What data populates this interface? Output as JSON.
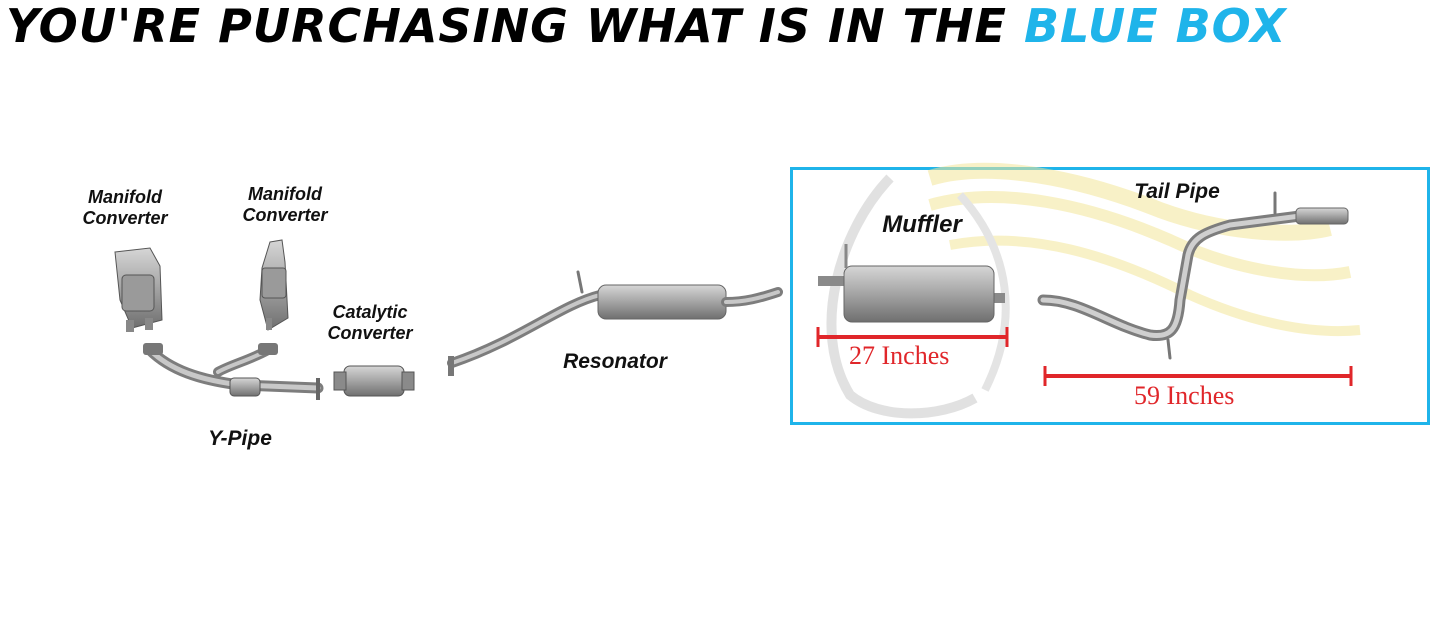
{
  "headline": {
    "main": "YOU'RE PURCHASING WHAT IS IN THE ",
    "accent": "BLUE BOX",
    "accent_color": "#1fb4ea"
  },
  "parts": {
    "manifold_left": [
      "Manifold",
      "Converter"
    ],
    "manifold_right": [
      "Manifold",
      "Converter"
    ],
    "catalytic": [
      "Catalytic",
      "Converter"
    ],
    "y_pipe": "Y-Pipe",
    "resonator": "Resonator",
    "muffler": "Muffler",
    "tail_pipe": "Tail Pipe"
  },
  "dimensions": {
    "muffler": "27 Inches",
    "tail_pipe": "59 Inches",
    "color": "#e0262a"
  },
  "icons": [
    "manifold-converter-icon",
    "y-pipe-icon",
    "catalytic-converter-icon",
    "resonator-icon",
    "muffler-icon",
    "tail-pipe-icon",
    "watermark-icon"
  ]
}
